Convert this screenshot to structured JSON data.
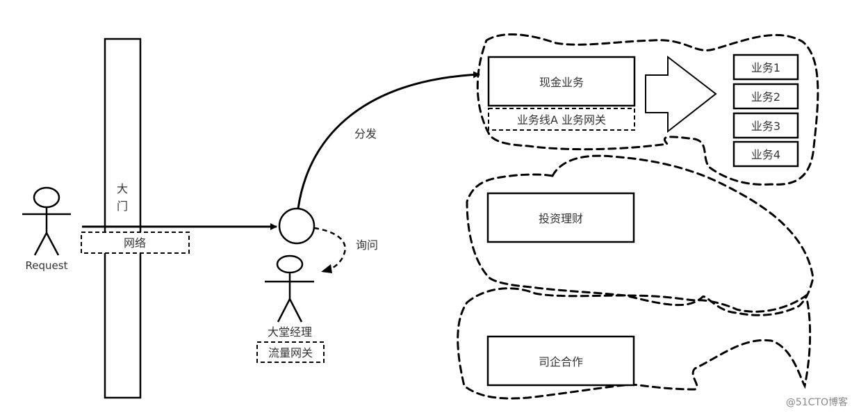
{
  "diagram": {
    "actors": {
      "request": "Request",
      "lobby_manager": "大堂经理"
    },
    "gate": {
      "label_line1": "大",
      "label_line2": "门"
    },
    "network_box": "网络",
    "traffic_gateway": "流量网关",
    "edges": {
      "dispatch": "分发",
      "inquire": "询问"
    },
    "business_lines": {
      "cash": "现金业务",
      "cash_gateway": "业务线A 业务网关",
      "investment": "投资理财",
      "enterprise": "司企合作"
    },
    "sub_services": [
      "业务1",
      "业务2",
      "业务3",
      "业务4"
    ],
    "watermark": "@51CTO博客"
  },
  "colors": {
    "line": "#000000",
    "text": "#333333",
    "watermark": "#888888"
  }
}
